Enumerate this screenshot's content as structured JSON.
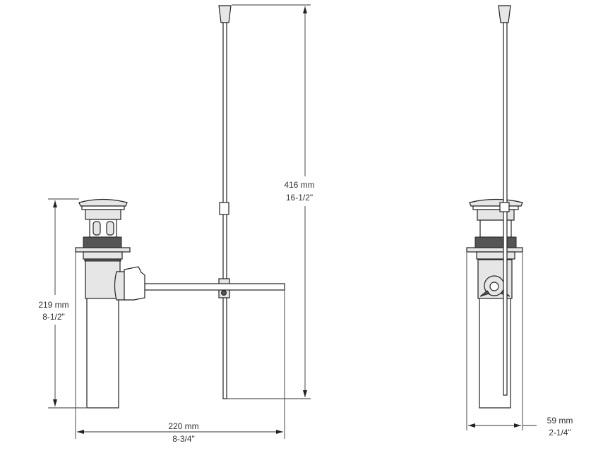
{
  "dimensions": {
    "height_219": {
      "mm": "219 mm",
      "in": "8-1/2\""
    },
    "width_220": {
      "mm": "220 mm",
      "in": "8-3/4\""
    },
    "rod_416": {
      "mm": "416 mm",
      "in": "16-1/2\""
    },
    "depth_59": {
      "mm": "59 mm",
      "in": "2-1/4\""
    }
  },
  "colors": {
    "line": "#222222",
    "background": "#ffffff"
  }
}
